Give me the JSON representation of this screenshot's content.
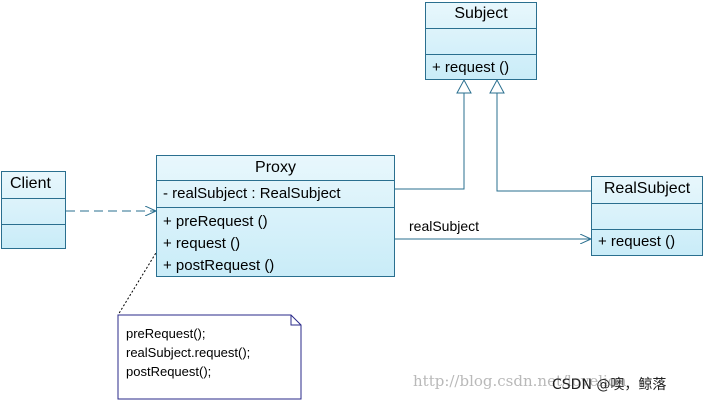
{
  "diagram": {
    "classes": {
      "subject": {
        "name": "Subject",
        "attributes": [],
        "operations": [
          "+  request ()"
        ]
      },
      "proxy": {
        "name": "Proxy",
        "attributes": [
          "-  realSubject  : RealSubject"
        ],
        "operations": [
          "+  preRequest ()",
          "+  request ()",
          "+  postRequest ()"
        ]
      },
      "real_subject": {
        "name": "RealSubject",
        "attributes": [],
        "operations": [
          "+  request ()"
        ]
      },
      "client": {
        "name": "Client",
        "attributes": [],
        "operations": []
      }
    },
    "association_label": "realSubject",
    "note_lines": [
      "preRequest();",
      "realSubject.request();",
      "postRequest();"
    ],
    "line_color": "#2a6f8f",
    "fill_color": "#c9ecf8"
  },
  "watermark": {
    "url_text": "http://blog.csdn.net/lovelion",
    "credit": "CSDN @噢，鲸落"
  }
}
